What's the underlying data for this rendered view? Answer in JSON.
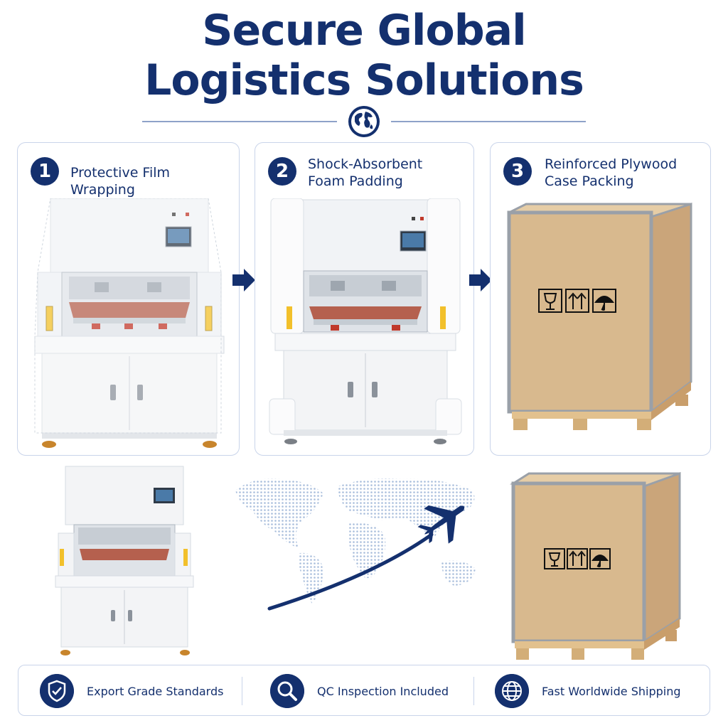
{
  "header": {
    "title_line1": "Secure Global",
    "title_line2": "Logistics Solutions",
    "divider_icon": "globe-icon"
  },
  "steps": [
    {
      "number": "1",
      "label_line1": "Protective Film Wrapping",
      "label_line2": "",
      "icon": "film-wrapped-machine"
    },
    {
      "number": "2",
      "label_line1": "Shock-Absorbent",
      "label_line2": "Foam Padding",
      "icon": "foam-padded-machine"
    },
    {
      "number": "3",
      "label_line1": "Reinforced Plywood",
      "label_line2": "Case Packing",
      "icon": "plywood-crate"
    }
  ],
  "crate_symbols": [
    "fragile-glass-icon",
    "this-way-up-icon",
    "keep-dry-umbrella-icon"
  ],
  "features": [
    {
      "label": "Export Grade Standards",
      "icon": "shield-check-icon"
    },
    {
      "label": "QC Inspection Included",
      "icon": "magnifier-check-icon"
    },
    {
      "label": "Fast Worldwide Shipping",
      "icon": "globe-icon"
    }
  ],
  "colors": {
    "navy": "#14306e",
    "border": "#c9d4ea",
    "wood": "#d8b98e",
    "pad": "#b5604e",
    "map_dots": "#a9bedc"
  }
}
